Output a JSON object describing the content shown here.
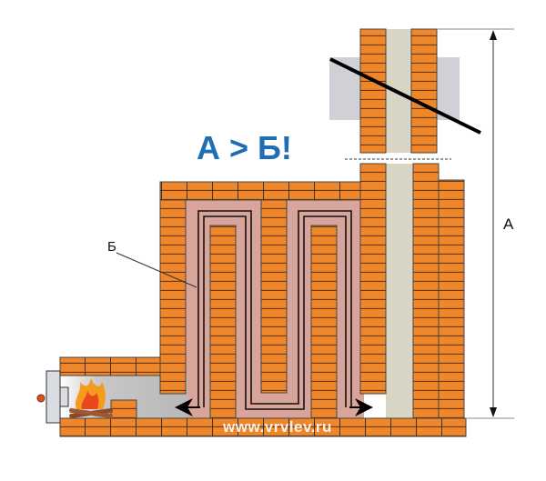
{
  "title": "А > Б!",
  "label_a": "А",
  "label_b": "Б",
  "watermark": "www.vrvlev.ru",
  "colors": {
    "brick": "#F0862A",
    "mortar": "#6B3A12",
    "title": "#1E6DB5",
    "channel": "#D9A49A",
    "flue": "#D8D5C4",
    "smoke": "#BDBDBD"
  }
}
